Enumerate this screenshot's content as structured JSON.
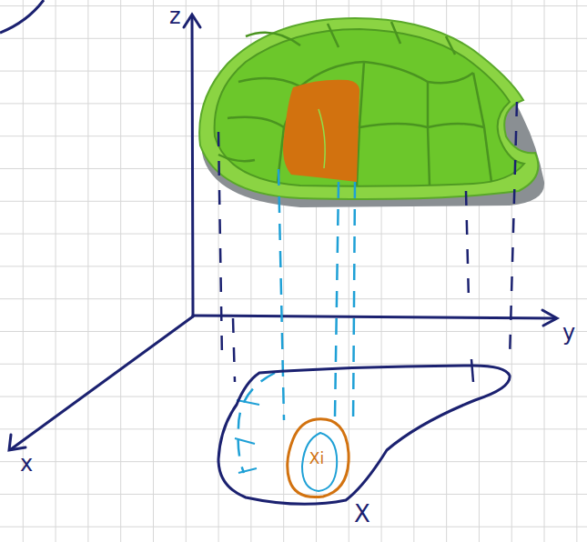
{
  "diagram": {
    "nodes": [
      {
        "text": [
          "X"
        ]
      },
      {
        "text": [
          "Xi"
        ],
        "in": 0
      }
    ],
    "labels": [
      "z",
      "y",
      "x"
    ]
  }
}
